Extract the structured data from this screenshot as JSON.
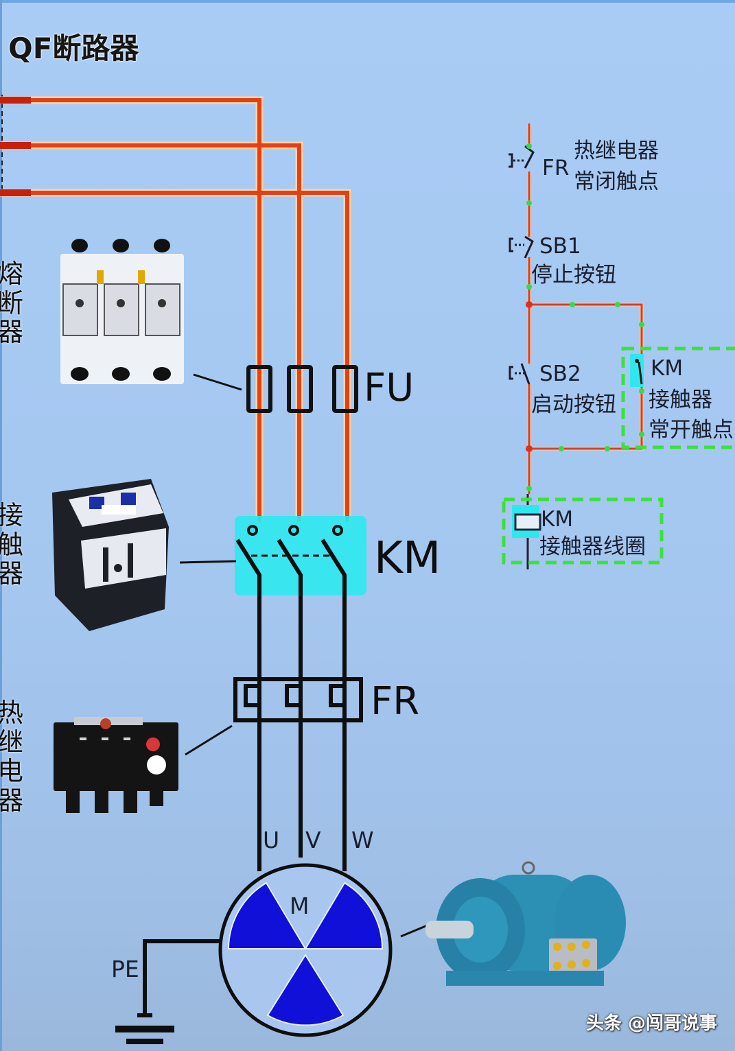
{
  "title": "QF断路器",
  "side_labels": {
    "fuse": [
      "熔",
      "断",
      "器"
    ],
    "contactor": [
      "接",
      "触",
      "器"
    ],
    "thermal_relay": [
      "热",
      "继",
      "电",
      "器"
    ]
  },
  "main_circuit": {
    "fuse_symbol": "FU",
    "contactor_symbol": "KM",
    "thermal_relay_symbol": "FR",
    "phases": [
      "U",
      "V",
      "W"
    ],
    "motor_symbol": "M",
    "ground_label": "PE",
    "wire_color": "#e8401c",
    "load_wire_color": "#0d0d0d",
    "contactor_highlight": "#22e6ee",
    "motor_fill": "#1010d8"
  },
  "control_circuit": {
    "fr_contact": {
      "symbol": "FR",
      "desc_line1": "热继电器",
      "desc_line2": "常闭触点"
    },
    "sb1": {
      "symbol": "SB1",
      "desc": "停止按钮"
    },
    "sb2": {
      "symbol": "SB2",
      "desc": "启动按钮"
    },
    "km_contact": {
      "symbol": "KM",
      "desc_line1": "接触器",
      "desc_line2": "常开触点"
    },
    "km_coil": {
      "symbol": "KM",
      "desc": "接触器线圈"
    },
    "wire_color": "#e8401c",
    "node_color": "#3ad84a",
    "highlight_border": "#3de03d"
  },
  "devices": [
    "fuse-photo",
    "contactor-photo",
    "thermal-relay-photo",
    "motor-photo"
  ],
  "watermark": "头条 @闯哥说事"
}
